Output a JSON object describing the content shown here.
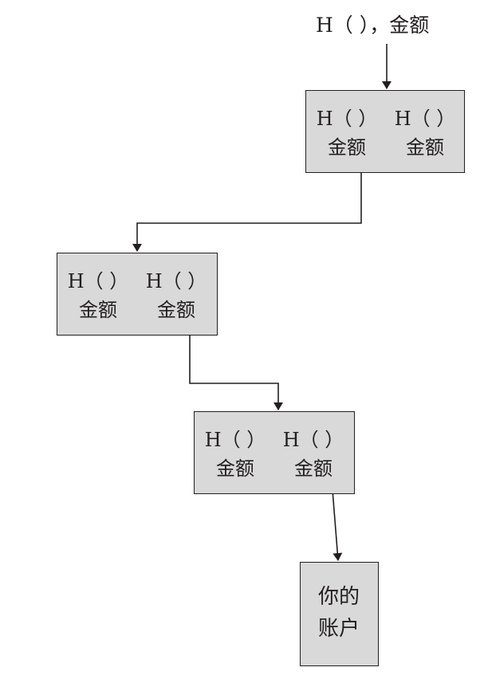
{
  "top_label": "H（ ），金额",
  "blocks": [
    {
      "left": {
        "hash": "H（ ）",
        "amount": "金额"
      },
      "right": {
        "hash": "H（ ）",
        "amount": "金额"
      }
    },
    {
      "left": {
        "hash": "H（ ）",
        "amount": "金额"
      },
      "right": {
        "hash": "H（ ）",
        "amount": "金额"
      }
    },
    {
      "left": {
        "hash": "H（ ）",
        "amount": "金额"
      },
      "right": {
        "hash": "H（ ）",
        "amount": "金额"
      }
    }
  ],
  "account": {
    "line1": "你的",
    "line2": "账户"
  },
  "colors": {
    "box_fill": "#d9d9d9",
    "stroke": "#231f20"
  }
}
